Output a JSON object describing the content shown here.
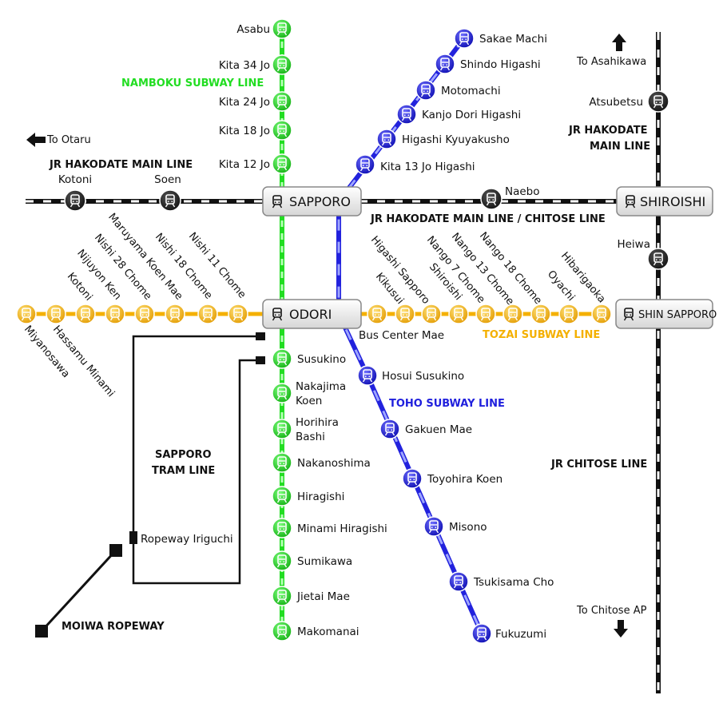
{
  "lines": {
    "namboku": {
      "name": "NAMBOKU SUBWAY LINE",
      "color": "#22dd22"
    },
    "toho": {
      "name": "TOHO SUBWAY LINE",
      "color": "#2020dd"
    },
    "tozai": {
      "name": "TOZAI SUBWAY LINE",
      "color": "#f4b000"
    },
    "jr_hakodate_west": {
      "name": "JR HAKODATE MAIN LINE",
      "color": "#111111"
    },
    "jr_hakodate_chitose": {
      "name": "JR HAKODATE MAIN LINE / CHITOSE LINE",
      "color": "#111111"
    },
    "jr_hakodate_north_1": "JR HAKODATE",
    "jr_hakodate_north_2": "MAIN LINE",
    "jr_chitose": {
      "name": "JR CHITOSE LINE",
      "color": "#111111"
    },
    "tram_1": "SAPPORO",
    "tram_2": "TRAM LINE",
    "ropeway": "MOIWA ROPEWAY"
  },
  "hubs": {
    "sapporo": "SAPPORO",
    "odori": "ODORI",
    "shiroishi": "SHIROISHI",
    "shin_sapporo": "SHIN SAPPORO"
  },
  "directions": {
    "otaru": "To Otaru",
    "asahikawa": "To Asahikawa",
    "chitose_ap": "To Chitose AP"
  },
  "stations": {
    "namboku_north": [
      "Asabu",
      "Kita 34 Jo",
      "Kita 24 Jo",
      "Kita 18 Jo",
      "Kita 12 Jo"
    ],
    "namboku_south": [
      "Susukino",
      "Nakajima",
      "Koen",
      "Horihira",
      "Bashi",
      "Nakanoshima",
      "Hiragishi",
      "Minami Hiragishi",
      "Sumikawa",
      "Jietai Mae",
      "Makomanai"
    ],
    "toho_north": [
      "Sakae Machi",
      "Shindo Higashi",
      "Motomachi",
      "Kanjo Dori Higashi",
      "Higashi Kyuyakusho",
      "Kita 13 Jo Higashi"
    ],
    "toho_south": [
      "Hosui Susukino",
      "Gakuen Mae",
      "Toyohira Koen",
      "Misono",
      "Tsukisama Cho",
      "Fukuzumi"
    ],
    "tozai_west": [
      "Nishi 11 Chome",
      "Nishi 18 Chome",
      "Maruyama Koen Mae",
      "Nishi 28 Chome",
      "Nijuyon Ken",
      "Kotoni",
      "Hassamu Minami",
      "Miyanosawa"
    ],
    "tozai_east": [
      "Bus Center Mae",
      "Higashi Sapporo",
      "Kikusui",
      "Shiroishi",
      "Nango 7 Chome",
      "Nango 13 Chome",
      "Nango 18 Chome",
      "Oyachi",
      "Hibarigaoka"
    ],
    "jr": [
      "Kotoni",
      "Soen",
      "Naebo",
      "Atsubetsu",
      "Heiwa"
    ],
    "tram": "Ropeway Iriguchi"
  }
}
